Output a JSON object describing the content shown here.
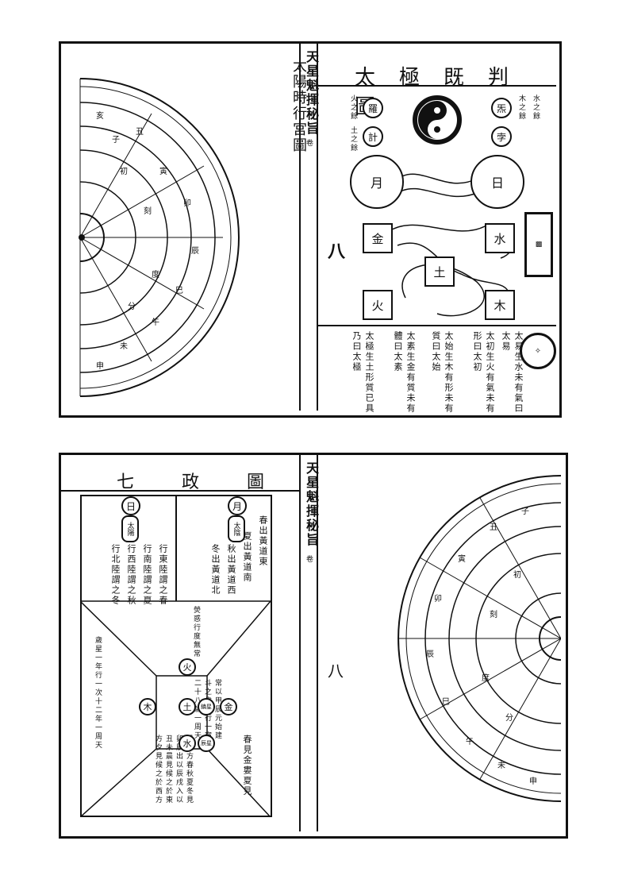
{
  "top": {
    "left_title": "太陽時行宮圖",
    "spine_title": "天星魁揮秘旨",
    "spine_mark": "卷",
    "right_title": "太極既判圖",
    "side_number": "八",
    "sun": "日",
    "moon": "月",
    "luo": "羅",
    "ji": "計",
    "qi": "炁",
    "bei": "孛",
    "jin": "金",
    "shui": "水",
    "tu": "土",
    "huo": "火",
    "mu": "木",
    "small_tl1": "火之餘",
    "small_tl2": "土之餘",
    "small_tr1": "木之餘",
    "small_tr2": "水之餘",
    "notes": [
      "太易生水未有氣曰太易",
      "太初生火有氣未有形曰太初",
      "太始生木有形未有質曰太始",
      "太素生金有質未有體曰太素",
      "太極生土形質已具乃曰太極"
    ]
  },
  "bottom": {
    "title": "七政圖",
    "spine_title": "天星魁揮秘旨",
    "spine_mark": "卷",
    "side_number": "八",
    "sun": "日",
    "moon": "月",
    "sun_tag": "太陽",
    "moon_tag": "太陰",
    "sun_col1": "行東陸謂之春",
    "sun_col2": "行南陸謂之夏",
    "sun_col3": "行西陸謂之秋",
    "sun_col4": "行北陸謂之冬",
    "moon_col1": "春出黃道東",
    "moon_col2": "夏出黃道南",
    "moon_col3": "秋出黃道西",
    "moon_col4": "冬出黃道北",
    "center_tu": "土",
    "center_tu_tag": "鎮星",
    "center_text": "常以甲辰元始建斗之歲鎮行一宿二十八歲一周天",
    "jin": "金",
    "shui": "水",
    "huo": "火",
    "mu": "木",
    "shui_tag": "辰星",
    "shui_text": "見東方春秋夏冬見卯辰出以辰戌入以丑未晨見候之於東方夕見候之於西方",
    "jin_text": "春見金婁夏見",
    "wood_text": "歲星一年行一次十二年一周天",
    "fire_text": "熒惑行度無常"
  }
}
